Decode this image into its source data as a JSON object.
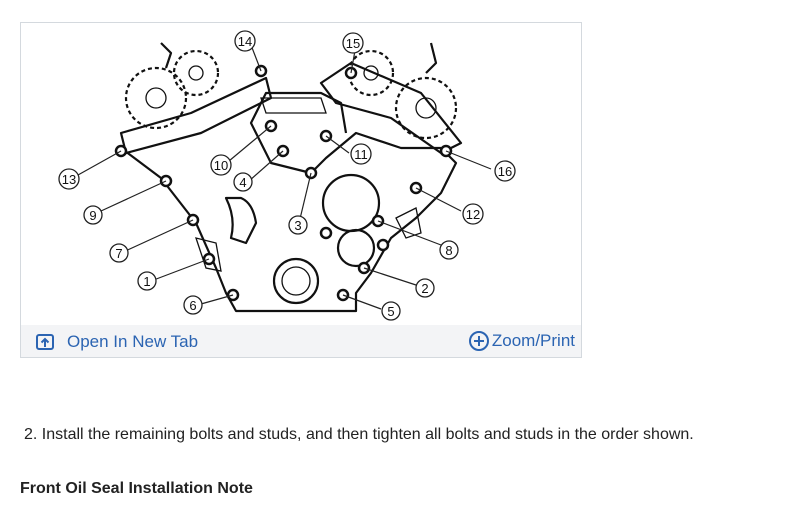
{
  "figure": {
    "callouts": [
      "14",
      "15",
      "13",
      "10",
      "11",
      "16",
      "4",
      "9",
      "12",
      "3",
      "8",
      "7",
      "1",
      "2",
      "6",
      "5"
    ],
    "open_tab_label": "Open In New Tab",
    "zoom_label": "Zoom/Print"
  },
  "content": {
    "step_text": "2. Install the remaining bolts and studs, and then tighten all bolts and studs in the order shown.",
    "section_heading": "Front Oil Seal Installation Note"
  },
  "colors": {
    "link": "#2b64b2",
    "footer_bg": "#f3f4f6",
    "border": "#d4d9de"
  },
  "icons": {
    "open_tab": "open-in-new-tab-icon",
    "zoom": "zoom-plus-icon"
  }
}
